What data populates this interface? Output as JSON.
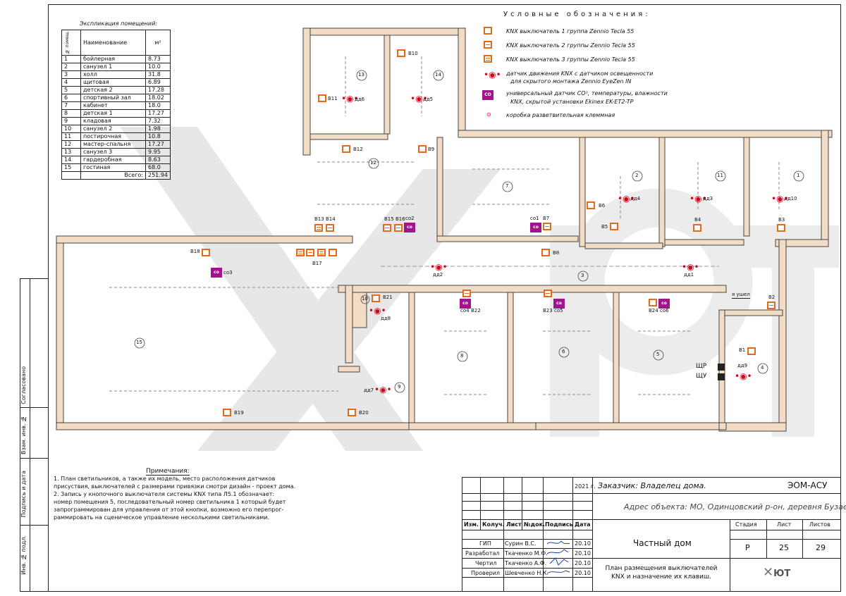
{
  "explication": {
    "title": "Экспликация помещений:",
    "col_num": "№ помещ.",
    "col_name": "Наименование",
    "col_area": "м²",
    "rows": [
      [
        "1",
        "бойлерная",
        "8.73"
      ],
      [
        "2",
        "санузел 1",
        "10.0"
      ],
      [
        "3",
        "холл",
        "31.8"
      ],
      [
        "4",
        "щитовая",
        "6.89"
      ],
      [
        "5",
        "детская 2",
        "17.28"
      ],
      [
        "6",
        "спортивный зал",
        "18.02"
      ],
      [
        "7",
        "кабинет",
        "18.0"
      ],
      [
        "8",
        "детская 1",
        "17.27"
      ],
      [
        "9",
        "кладовая",
        "7.32"
      ],
      [
        "10",
        "санузел 2",
        "1.98"
      ],
      [
        "11",
        "постирочная",
        "10.8"
      ],
      [
        "12",
        "мастер-спальня",
        "17.27"
      ],
      [
        "13",
        "санузел 3",
        "9.95"
      ],
      [
        "14",
        "гардеробная",
        "8.63"
      ],
      [
        "15",
        "гостиная",
        "68.0"
      ]
    ],
    "total_label": "Всего:",
    "total_value": "251.94"
  },
  "legend": {
    "title": "Условные обозначения:",
    "items": [
      "KNX выключатель 1 группа Zennio Tecla 55",
      "KNX выключатель 2 группы Zennio Tecla 55",
      "KNX выключатель 3 группы Zennio Tecla 55",
      "датчик движения KNX с датчиком освещенности",
      "для скрытого монтажа  Zennio EyeZen IN",
      "универсальный датчик CO², температуры, влажности",
      "KNX, скрытой установки Ekinex EK-ET2-TP",
      "коробка разветвительная клеммная"
    ],
    "co_badge": "CO"
  },
  "notes": {
    "title": "Примечания:",
    "lines": [
      "1.  План светильников, а также их модель, место расположения датчиков",
      "     присуствия, выключателей с размерами привязки смотри дизайн - проект дома.",
      "2.  Запись у кнопочного выключателя системы KNX  типа Л5.1 обозначает:",
      "     номер помещения 5, последовательный номер светильника 1 который будет",
      "     запрограммирован для управления от этой кнопки, возможно его перепрог-",
      "     раммировать на сценическое управление несколькими светильниками."
    ]
  },
  "side_labels": [
    "Согласовано",
    "Взам. инв. №",
    "Подпись и дата",
    "Инв. № подл."
  ],
  "title_block": {
    "year": "2021 г.",
    "customer": "Заказчик:  Владелец дома.",
    "code": "ЭОМ-АСУ",
    "address": "Адрес объекта: МО, Одинцовский р-он, деревня Бузаево",
    "headers": [
      "Изм.",
      "Колуч.",
      "Лист",
      "№док.",
      "Подпись",
      "Дата"
    ],
    "people": [
      [
        "ГИП",
        "Сурин В.С.",
        "20.10"
      ],
      [
        "Разработал",
        "Ткаченко М.Ф.",
        "20.10"
      ],
      [
        "Чертил",
        "Ткаченко А.Ф.",
        "20.10"
      ],
      [
        "Проверил",
        "Шевченко Н.К.",
        "20.10"
      ]
    ],
    "object": "Частный дом",
    "stage_h": "Стадия",
    "sheet_h": "Лист",
    "sheets_h": "Листов",
    "stage": "Р",
    "sheet": "25",
    "sheets": "29",
    "description": "План размещения выключателей KNX и назначение их клавиш.",
    "logo": "ЮТ"
  },
  "rooms": [
    "1",
    "2",
    "3",
    "4",
    "5",
    "6",
    "7",
    "8",
    "9",
    "10",
    "11",
    "12",
    "13",
    "14",
    "15"
  ],
  "switches": [
    "В1",
    "В2",
    "В3",
    "В4",
    "В5",
    "В6",
    "В7",
    "В8",
    "В9",
    "В10",
    "В11",
    "В12",
    "В13",
    "В14",
    "В15",
    "В16",
    "В17",
    "В18",
    "В19",
    "В20",
    "В21",
    "В22",
    "В23",
    "В24"
  ],
  "motion_sensors": [
    "дд1",
    "дд2",
    "дд3",
    "дд4",
    "дд5",
    "дд6",
    "дд7",
    "дд8",
    "дд9",
    "дд10"
  ],
  "co_sensors": [
    "со1",
    "со2",
    "со3",
    "со4",
    "со5",
    "со6"
  ],
  "panels": [
    "ЩР",
    "ЩУ"
  ],
  "room_entry_label": "я ушел"
}
